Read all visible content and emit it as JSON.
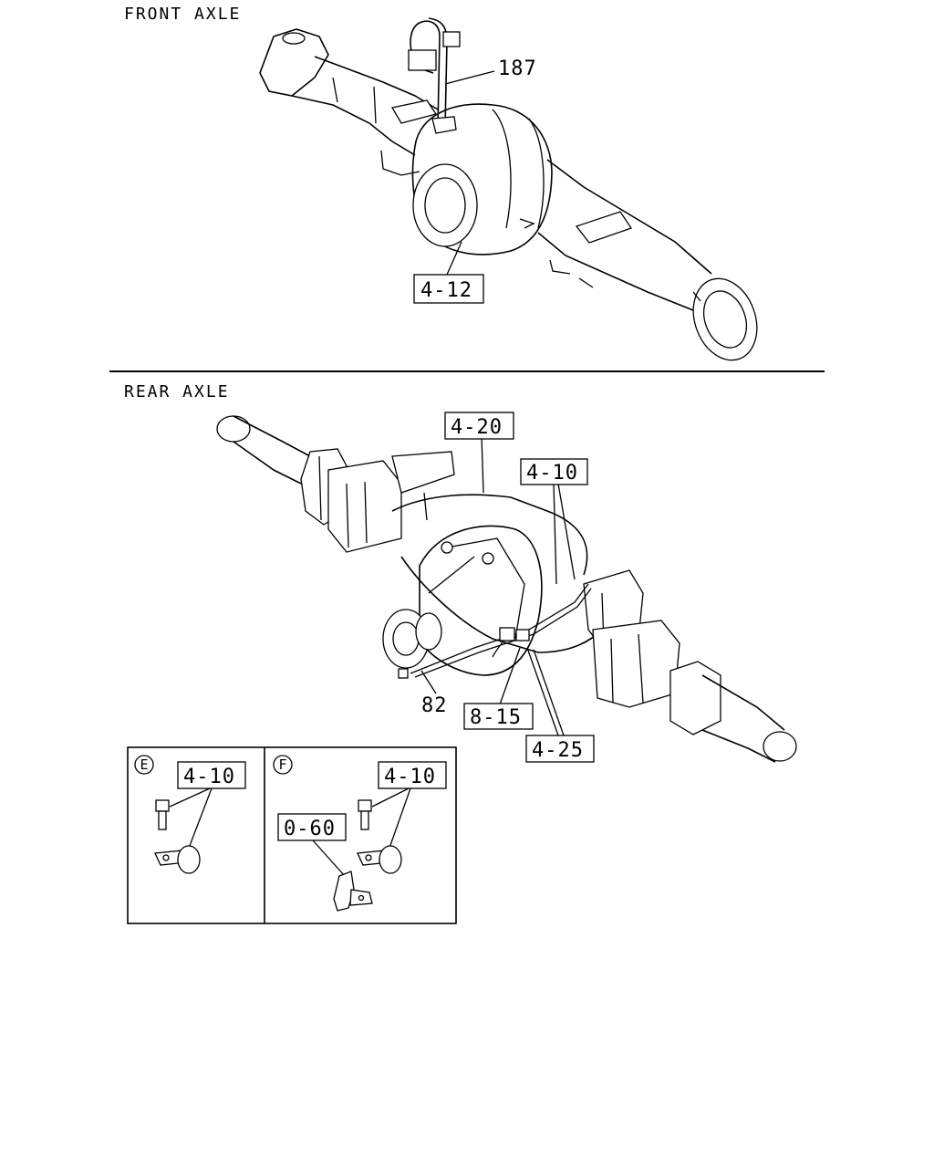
{
  "sections": {
    "front_title": "FRONT AXLE",
    "rear_title": "REAR AXLE"
  },
  "front_labels": {
    "part_187": "187",
    "ref_4_12": "4-12"
  },
  "rear_labels": {
    "ref_4_20": "4-20",
    "ref_4_10": "4-10",
    "part_82": "82",
    "ref_8_15": "8-15",
    "ref_4_25": "4-25"
  },
  "detail_e": {
    "letter": "E",
    "ref_4_10": "4-10"
  },
  "detail_f": {
    "letter": "F",
    "ref_4_10": "4-10",
    "ref_0_60": "0-60"
  }
}
